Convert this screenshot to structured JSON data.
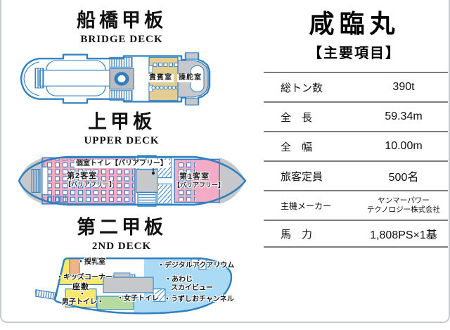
{
  "ship_name": "咸臨丸",
  "subtitle": "【主要項目】",
  "decks": {
    "bridge": {
      "title_jp": "船橋甲板",
      "title_en": "BRIDGE DECK",
      "rooms": {
        "vip": "貴賓室",
        "wheelhouse": "操舵室"
      }
    },
    "upper": {
      "title_jp": "上甲板",
      "title_en": "UPPER DECK",
      "labels": {
        "private_toilet": "個室トイレ【バリアフリー】",
        "cabin2": "第2客室",
        "cabin2_sub": "【バリアフリー】",
        "cabin1": "第1客室",
        "cabin1_sub": "【バリアフリー】"
      }
    },
    "second": {
      "title_jp": "第二甲板",
      "title_en": "2ND DECK",
      "labels": {
        "nursing": "・授乳室",
        "kids": "・キッズコーナー",
        "tatami": "座敷",
        "tatami_dot": "・",
        "mens": "男子トイレ・",
        "womens": "・女子トイレ",
        "aquarium": "・デジタルアクアリウム",
        "skyview_line1": "・あわじ",
        "skyview_line2": "スカイビュー",
        "uzushio": "・うずしおチャンネル"
      }
    }
  },
  "spec_table": {
    "rows": [
      {
        "label": "総トン数",
        "value": "390t"
      },
      {
        "label": "全　長",
        "value": "59.34m"
      },
      {
        "label": "全　幅",
        "value": "10.00m"
      },
      {
        "label": "旅客定員",
        "value": "500名"
      },
      {
        "label": "主機メーカー",
        "value": "ヤンマーパワー",
        "value2": "テクノロジー株式会社"
      },
      {
        "label": "馬　力",
        "value": "1,808PS×1基"
      }
    ]
  },
  "colors": {
    "hull_blue": "#2f7fc1",
    "cabin_pink": "#f4abc6",
    "vip_tan": "#e4cd92",
    "deck_gray": "#c7c8cc",
    "kids_yellow": "#f9e869",
    "nursing_orange": "#f4b289",
    "toilet_green": "#b7db9e",
    "aquarium_blue": "#aadaf4",
    "table_line_gray": "#7d7d7d"
  }
}
